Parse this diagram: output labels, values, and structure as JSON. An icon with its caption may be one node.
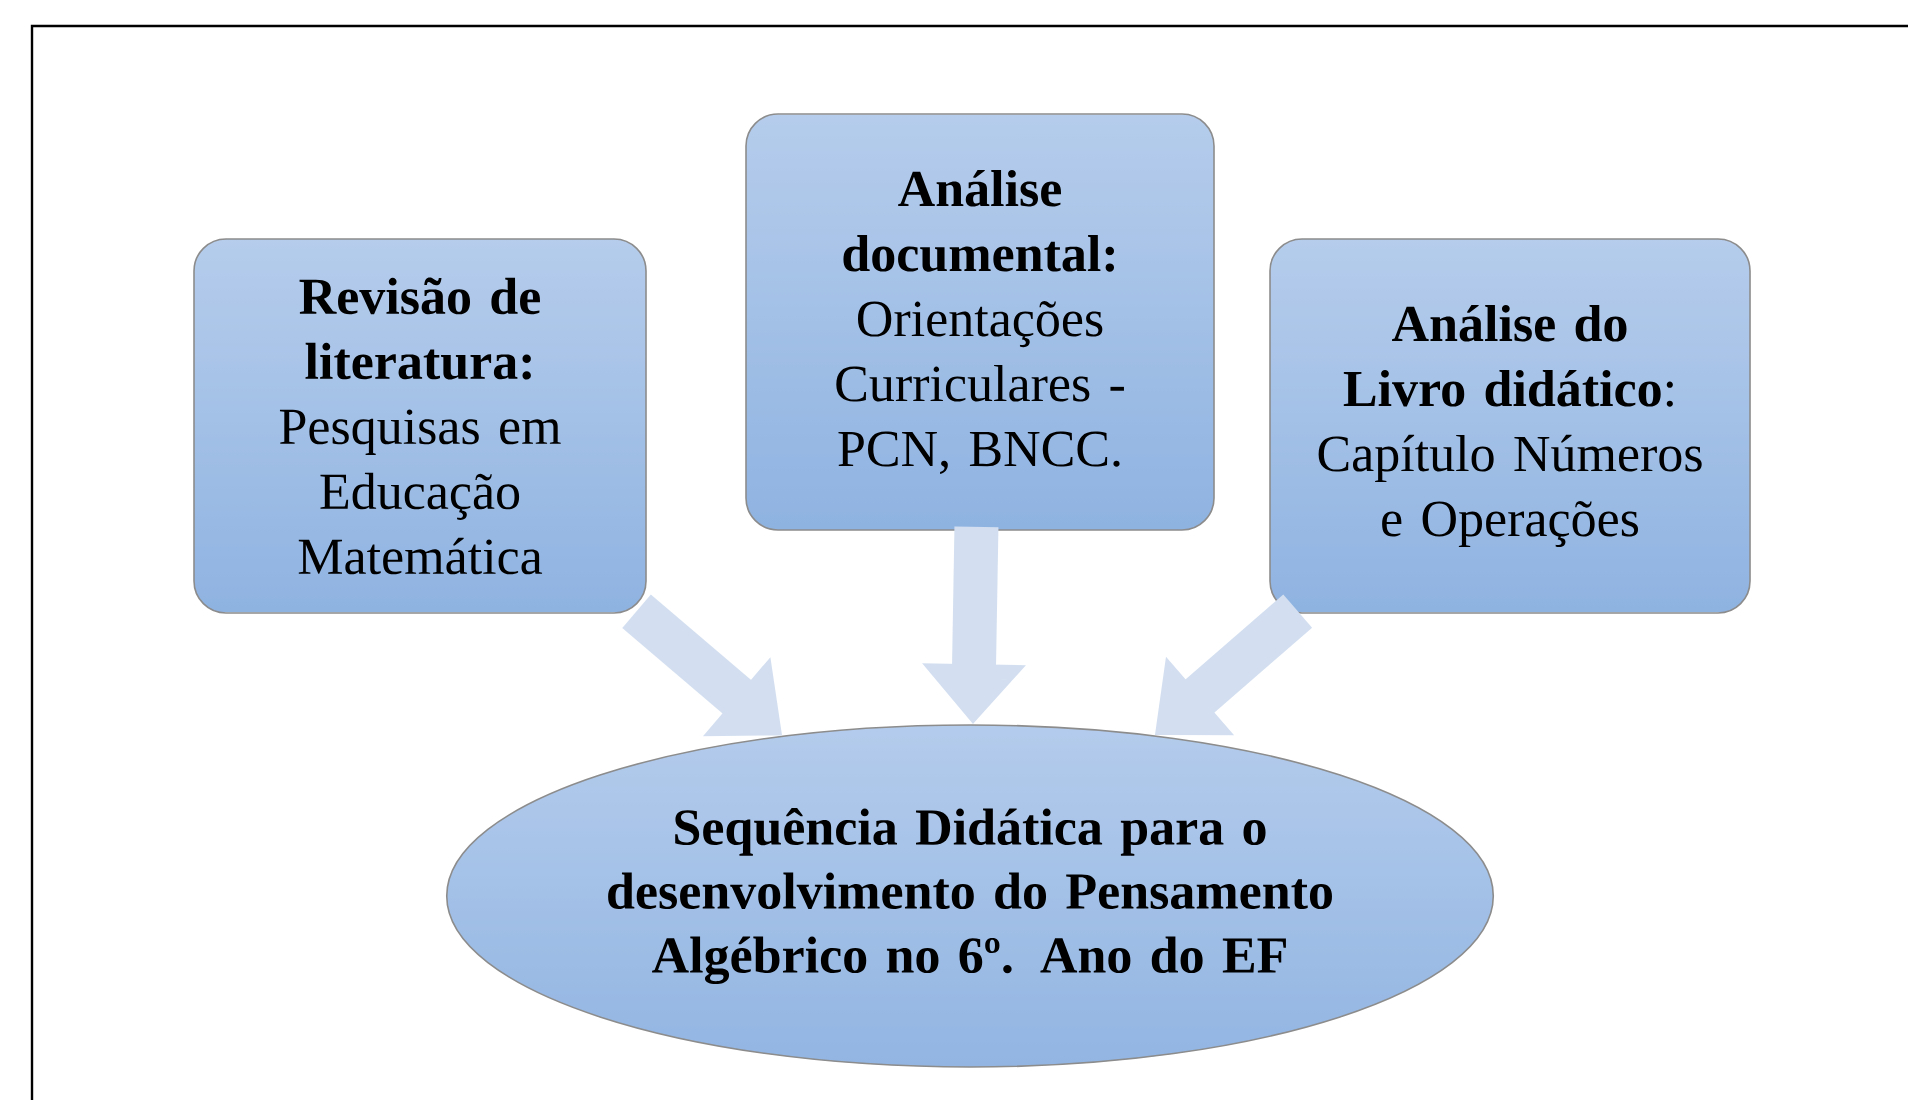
{
  "diagram": {
    "nodes": [
      {
        "text": [
          "Revisão de literatura:",
          "Pesquisas em Educação Matemática"
        ]
      },
      {
        "text": [
          "Análise documental:",
          "Orientações Curriculares - PCN, BNCC."
        ]
      },
      {
        "text": [
          "**Análise do Livro didático**:",
          "Capítulo Números e Operações"
        ]
      },
      {
        "text": [
          "Sequência Didática para o desenvolvimento do Pensamento Algébrico no 6º. Ano do EF"
        ]
      }
    ],
    "edges": [
      {
        "from": 0,
        "to": 3,
        "arrow": "to"
      },
      {
        "from": 1,
        "to": 3,
        "arrow": "to"
      },
      {
        "from": 2,
        "to": 3,
        "arrow": "to"
      }
    ]
  }
}
